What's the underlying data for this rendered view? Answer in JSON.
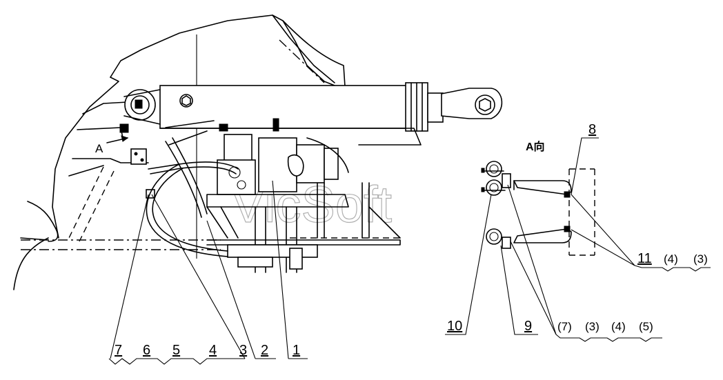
{
  "view_marker": "A",
  "view_label": "A向",
  "watermark": "VicSoft",
  "callouts_bottom_left": [
    "7",
    "6",
    "5",
    "4",
    "3"
  ],
  "callout_2": "2",
  "callout_1": "1",
  "callout_8": "8",
  "callout_10": "10",
  "callout_9": "9",
  "callout_right_refs": [
    "(7)",
    "(3)",
    "(4)",
    "(5)"
  ],
  "callout_11": "11",
  "callout_11_refs": [
    "(4)",
    "(3)"
  ]
}
